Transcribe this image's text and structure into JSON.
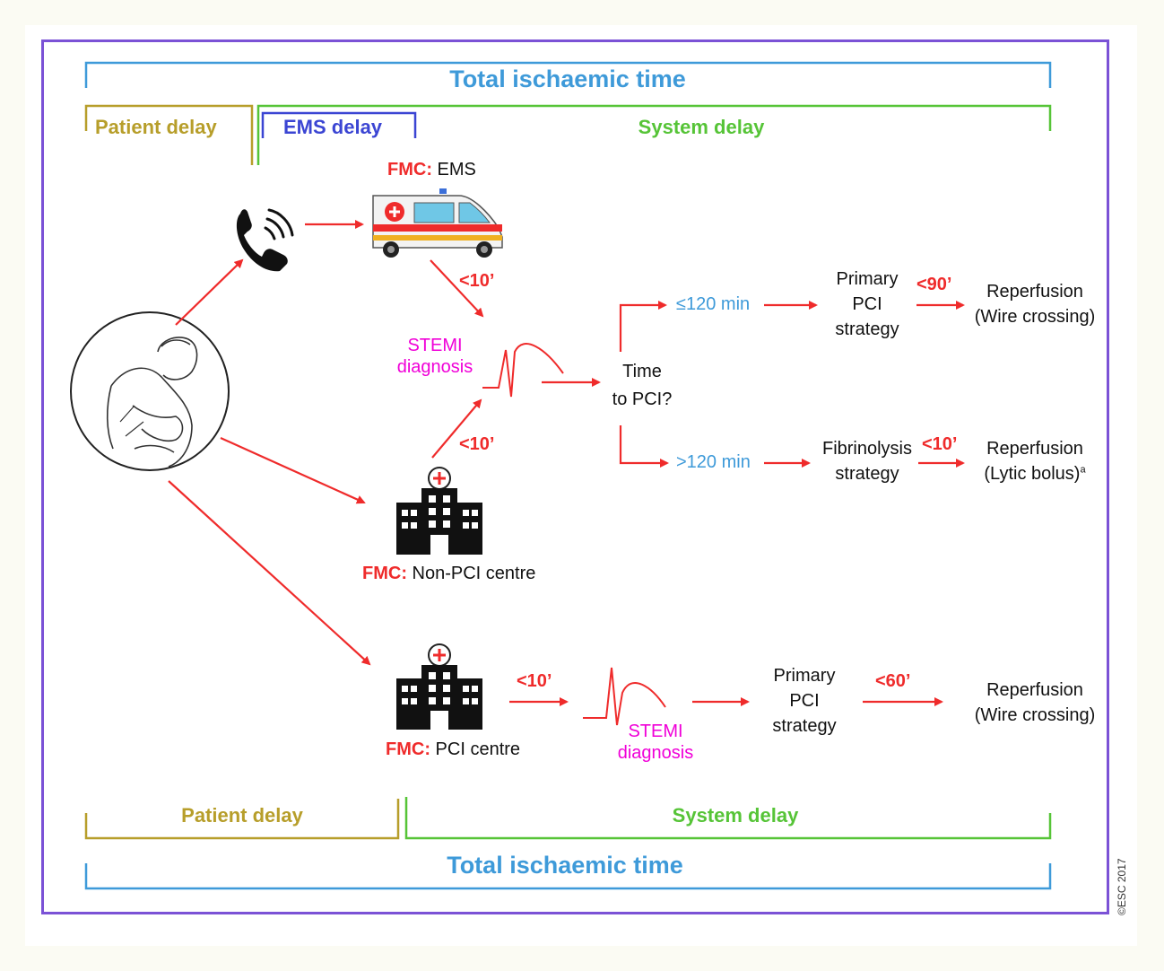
{
  "timeline_top": {
    "total_label": "Total ischaemic time",
    "patient_delay_label": "Patient delay",
    "ems_delay_label": "EMS delay",
    "system_delay_label": "System delay"
  },
  "timeline_bottom": {
    "patient_delay_label": "Patient delay",
    "system_delay_label": "System delay",
    "total_label": "Total ischaemic time"
  },
  "fmc_prefix": "FMC:",
  "ems_route": {
    "fmc_place": "EMS",
    "to_diagnosis_time": "<10’"
  },
  "stemi_diagnosis": {
    "line1": "STEMI",
    "line2": "diagnosis"
  },
  "non_pci_route": {
    "fmc_place": "Non-PCI centre",
    "to_diagnosis_time": "<10’"
  },
  "decision": {
    "line1": "Time",
    "line2": "to PCI?"
  },
  "branch_fast": {
    "condition": "≤120 min",
    "strategy_line1": "Primary",
    "strategy_line2": "PCI",
    "strategy_line3": "strategy",
    "time": "<90’",
    "outcome_line1": "Reperfusion",
    "outcome_line2": "(Wire crossing)"
  },
  "branch_slow": {
    "condition": ">120 min",
    "strategy_line1": "Fibrinolysis",
    "strategy_line2": "strategy",
    "time": "<10’",
    "outcome_line1": "Reperfusion",
    "outcome_line2": "(Lytic bolus)",
    "outcome_footnote": "a"
  },
  "pci_route": {
    "fmc_place": "PCI centre",
    "to_diagnosis_time": "<10’",
    "diagnosis_line1": "STEMI",
    "diagnosis_line2": "diagnosis",
    "strategy_line1": "Primary",
    "strategy_line2": "PCI",
    "strategy_line3": "strategy",
    "time": "<60’",
    "outcome_line1": "Reperfusion",
    "outcome_line2": "(Wire crossing)"
  },
  "copyright": "©ESC 2017",
  "colors": {
    "total": "#3e9ad9",
    "patient": "#b79e2a",
    "ems": "#3b45d3",
    "system": "#56c437",
    "arrow": "#ef2b2b",
    "stemi": "#f000d8",
    "frame": "#7b52d6"
  }
}
